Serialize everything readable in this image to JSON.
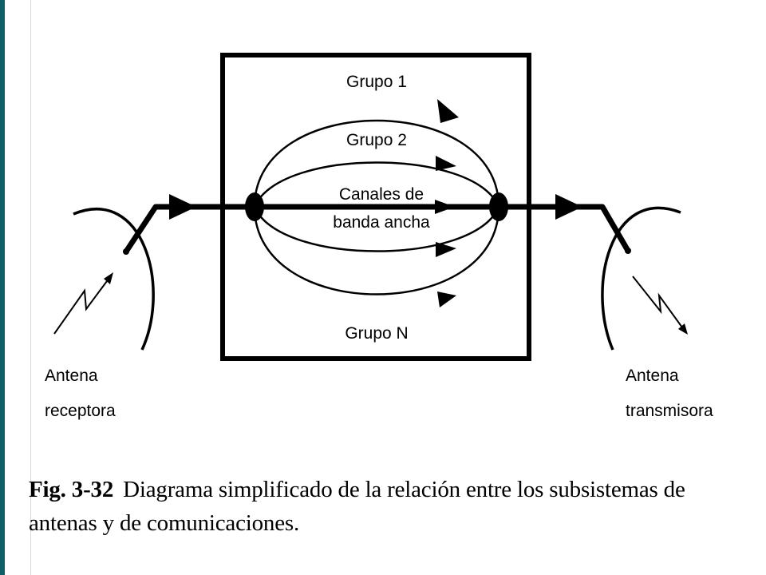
{
  "diagram": {
    "groups": {
      "group_1": "Grupo 1",
      "group_2": "Grupo 2",
      "broadband_line1": "Canales de",
      "broadband_line2": "banda ancha",
      "group_n": "Grupo N"
    },
    "receiving_antenna": {
      "line1": "Antena",
      "line2": "receptora"
    },
    "transmitting_antenna": {
      "line1": "Antena",
      "line2": "transmisora"
    }
  },
  "caption": {
    "figure_number": "Fig. 3-32",
    "text": "Diagrama simplificado de la relación entre los subsistemas de antenas y de comunicaciones."
  }
}
